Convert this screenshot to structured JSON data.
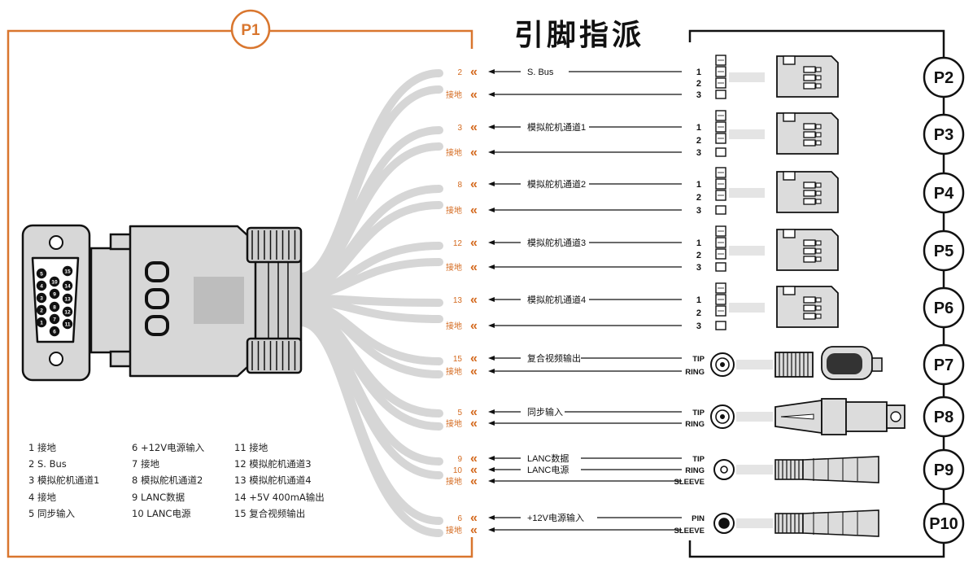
{
  "title": "引脚指派",
  "p1_label": "P1",
  "colors": {
    "orange": "#d9762e",
    "black": "#111111",
    "gray": "#d6d6d6",
    "pin_orange": "#d46a1f"
  },
  "legend": {
    "col1": [
      "1 接地",
      "2 S. Bus",
      "3 模拟舵机通道1",
      "4 接地",
      "5 同步输入"
    ],
    "col2": [
      "6 +12V电源输入",
      "7 接地",
      "8 模拟舵机通道2",
      "9 LANC数据",
      "10 LANC电源"
    ],
    "col3": [
      "11 接地",
      "12 模拟舵机通道3",
      "13 模拟舵机通道4",
      "14 +5V 400mA输出",
      "15 复合视频输出"
    ]
  },
  "vga_pins": [
    "1",
    "2",
    "3",
    "4",
    "5",
    "6",
    "7",
    "8",
    "9",
    "10",
    "11",
    "12",
    "13",
    "14",
    "15"
  ],
  "ports": [
    {
      "id": "P2",
      "connector": "servo",
      "rows": [
        {
          "pin": "2",
          "signal": "S. Bus",
          "term": "1"
        },
        {
          "pin": "",
          "signal": "",
          "term": "2"
        },
        {
          "pin": "接地",
          "signal": "",
          "term": "3"
        }
      ]
    },
    {
      "id": "P3",
      "connector": "servo",
      "rows": [
        {
          "pin": "3",
          "signal": "模拟舵机通道1",
          "term": "1"
        },
        {
          "pin": "",
          "signal": "",
          "term": "2"
        },
        {
          "pin": "接地",
          "signal": "",
          "term": "3"
        }
      ]
    },
    {
      "id": "P4",
      "connector": "servo",
      "rows": [
        {
          "pin": "8",
          "signal": "模拟舵机通道2",
          "term": "1"
        },
        {
          "pin": "",
          "signal": "",
          "term": "2"
        },
        {
          "pin": "接地",
          "signal": "",
          "term": "3"
        }
      ]
    },
    {
      "id": "P5",
      "connector": "servo",
      "rows": [
        {
          "pin": "12",
          "signal": "模拟舵机通道3",
          "term": "1"
        },
        {
          "pin": "",
          "signal": "",
          "term": "2"
        },
        {
          "pin": "接地",
          "signal": "",
          "term": "3"
        }
      ]
    },
    {
      "id": "P6",
      "connector": "servo",
      "rows": [
        {
          "pin": "13",
          "signal": "模拟舵机通道4",
          "term": "1"
        },
        {
          "pin": "",
          "signal": "",
          "term": "2"
        },
        {
          "pin": "接地",
          "signal": "",
          "term": "3"
        }
      ]
    },
    {
      "id": "P7",
      "connector": "rca",
      "rows": [
        {
          "pin": "15",
          "signal": "复合视频输出",
          "term": "TIP"
        },
        {
          "pin": "接地",
          "signal": "",
          "term": "RING"
        }
      ]
    },
    {
      "id": "P8",
      "connector": "bnc",
      "rows": [
        {
          "pin": "5",
          "signal": "同步输入",
          "term": "TIP"
        },
        {
          "pin": "接地",
          "signal": "",
          "term": "RING"
        }
      ]
    },
    {
      "id": "P9",
      "connector": "jack",
      "rows": [
        {
          "pin": "9",
          "signal": "LANC数据",
          "term": "TIP"
        },
        {
          "pin": "10",
          "signal": "LANC电源",
          "term": "RING"
        },
        {
          "pin": "接地",
          "signal": "",
          "term": "SLEEVE"
        }
      ]
    },
    {
      "id": "P10",
      "connector": "dc",
      "rows": [
        {
          "pin": "6",
          "signal": "+12V电源输入",
          "term": "PIN"
        },
        {
          "pin": "接地",
          "signal": "",
          "term": "SLEEVE"
        }
      ]
    }
  ]
}
